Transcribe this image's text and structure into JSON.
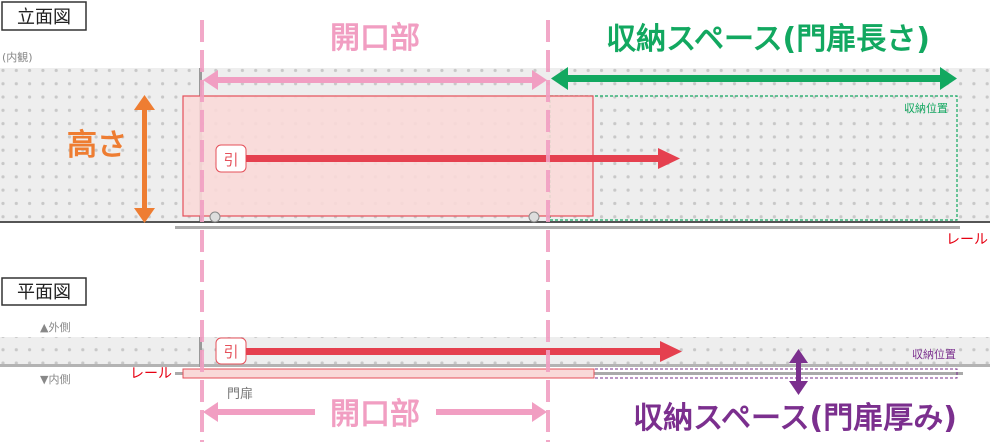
{
  "elevation": {
    "title": "立面図",
    "view_note": "(内観)",
    "opening_label": "開口部",
    "storage_label": "収納スペース(門扉長さ)",
    "height_label": "高さ",
    "pull_label": "引",
    "storage_position_label": "収納位置",
    "rail_label": "レール"
  },
  "plan": {
    "title": "平面図",
    "outside_label": "▲外側",
    "inside_label": "▼内側",
    "pull_label": "引",
    "rail_label": "レール",
    "gate_label": "門扉",
    "opening_label": "開口部",
    "storage_position_label": "収納位置",
    "storage_label": "収納スペース(門扉厚み)"
  },
  "colors": {
    "opening": "#f19ec2",
    "storage_length": "#12a860",
    "storage_thickness": "#7b2f8e",
    "height": "#ee7d32",
    "pull": "#e5404f",
    "gate_fill": "#f9d9d8",
    "rail_label": "#e60012"
  }
}
